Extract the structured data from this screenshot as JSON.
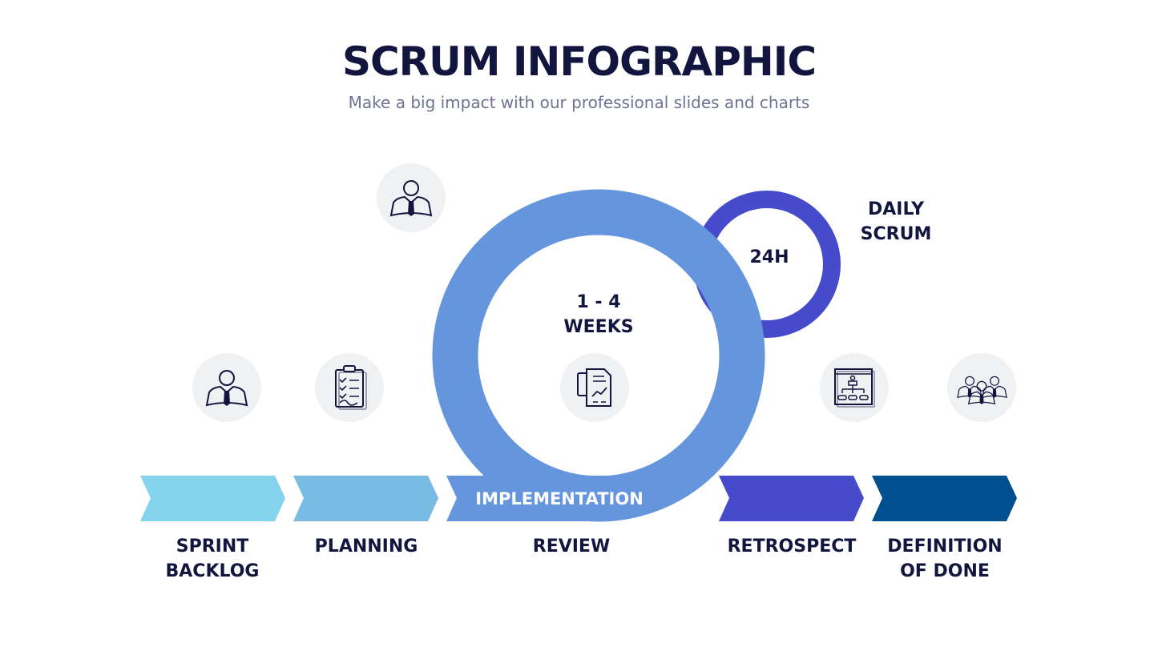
{
  "header": {
    "title": "SCRUM INFOGRAPHIC",
    "subtitle": "Make a big impact with our professional slides and charts"
  },
  "cycles": {
    "sprint_line1": "1 - 4",
    "sprint_line2": "WEEKS",
    "daily": "24H",
    "daily_label_line1": "DAILY",
    "daily_label_line2": "SCRUM"
  },
  "steps": [
    {
      "label_line1": "SPRINT",
      "label_line2": "BACKLOG",
      "color": "#85D4EE",
      "icon": "businessman-icon"
    },
    {
      "label_line1": "PLANNING",
      "label_line2": "",
      "color": "#78BBE3",
      "icon": "clipboard-checklist-icon"
    },
    {
      "label_line1": "REVIEW",
      "label_line2": "",
      "arrow_text": "IMPLEMENTATION",
      "color": "#6495DD",
      "icon": "report-chart-icon"
    },
    {
      "label_line1": "RETROSPECT",
      "label_line2": "",
      "color": "#454BCB",
      "icon": "org-chart-icon"
    },
    {
      "label_line1": "DEFINITION",
      "label_line2": "OF DONE",
      "color": "#004F8F",
      "icon": "team-icon"
    }
  ],
  "extra_icon": "businessman-icon",
  "colors": {
    "text": "#12163F",
    "icon_bg": "#F0F1F3"
  }
}
